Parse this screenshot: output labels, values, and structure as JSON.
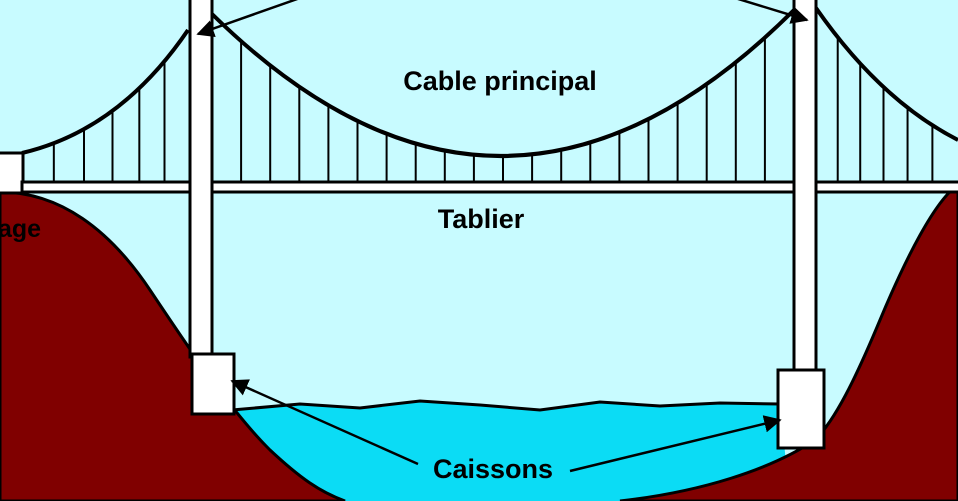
{
  "labels": {
    "main_cable": "Cable principal",
    "deck": "Tablier",
    "caissons": "Caissons",
    "anchorage_partial": "age"
  },
  "colors": {
    "sky": "#c8fbff",
    "ground": "#800000",
    "water": "#0bdcf5",
    "outline": "#000000",
    "structure": "#ffffff"
  }
}
